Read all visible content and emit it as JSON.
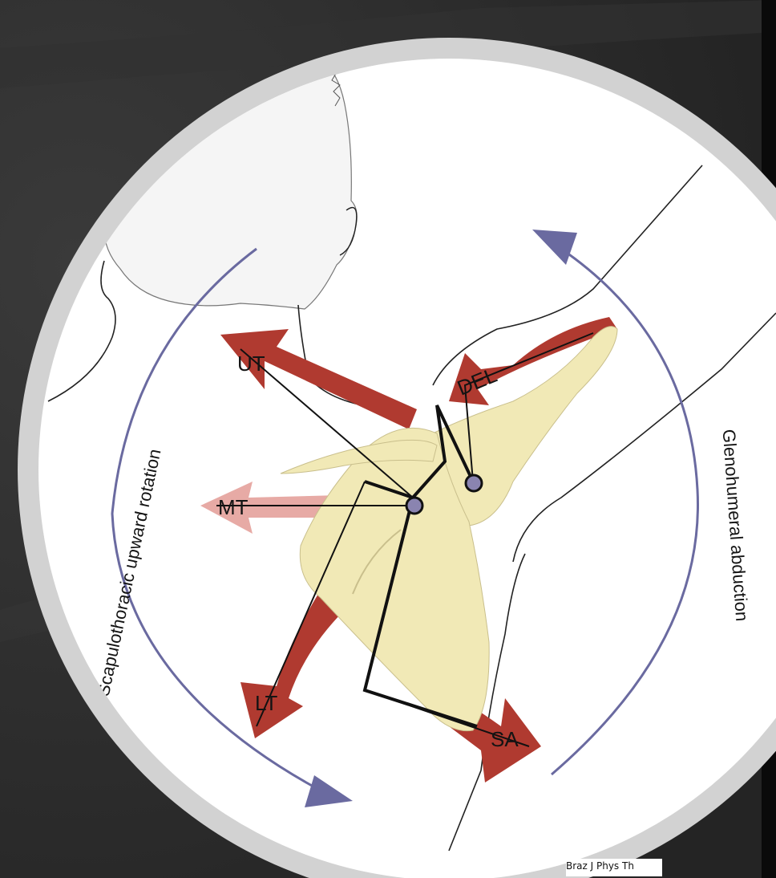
{
  "diagram": {
    "muscle_labels": {
      "ut": "UT",
      "del": "DEL",
      "mt": "MT",
      "lt": "LT",
      "sa": "SA"
    },
    "motion_labels": {
      "scapulothoracic": "Scapulothoracic upward rotation",
      "glenohumeral": "Glenohumeral abduction"
    },
    "source_credit": "Braz J Phys Th",
    "colors": {
      "background": "#2b2b2b",
      "frame_ring": "#d2d2d2",
      "muscle_arrow": "#b03a30",
      "light_arrow": "#e7aaa5",
      "bone": "#f1e9b6",
      "motion_arc": "#6a6aa0",
      "joint": "#8a84b0",
      "head": "#f4f4f4"
    },
    "icons": [
      "head-outline",
      "scapula-bone",
      "humerus-bone",
      "force-arrow",
      "rotation-arc"
    ]
  }
}
